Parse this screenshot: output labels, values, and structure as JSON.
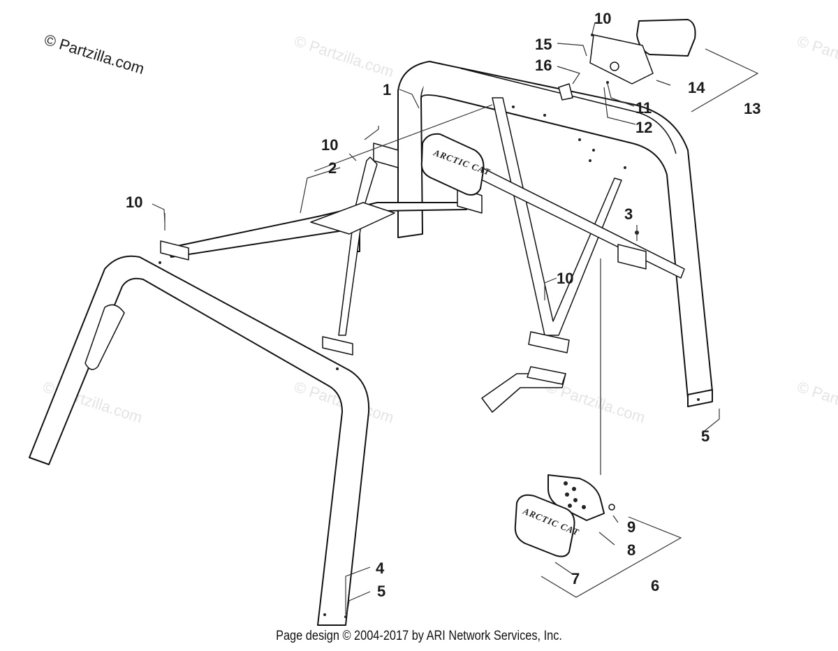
{
  "diagram": {
    "copyright_mark": "© Partzilla.com",
    "footer": "Page design © 2004-2017 by ARI Network Services, Inc.",
    "watermark_text": "© Partzilla.com",
    "brand_label": "ARCTIC CAT",
    "callouts": {
      "c1": "1",
      "c2": "2",
      "c3": "3",
      "c4": "4",
      "c5a": "5",
      "c5b": "5",
      "c6": "6",
      "c7": "7",
      "c8": "8",
      "c9": "9",
      "c10a": "10",
      "c10b": "10",
      "c10c": "10",
      "c10d": "10",
      "c11": "11",
      "c12": "12",
      "c13": "13",
      "c14": "14",
      "c15": "15",
      "c16": "16"
    },
    "colors": {
      "line": "#111111",
      "watermark": "#e4e4e4",
      "background": "#ffffff"
    }
  }
}
